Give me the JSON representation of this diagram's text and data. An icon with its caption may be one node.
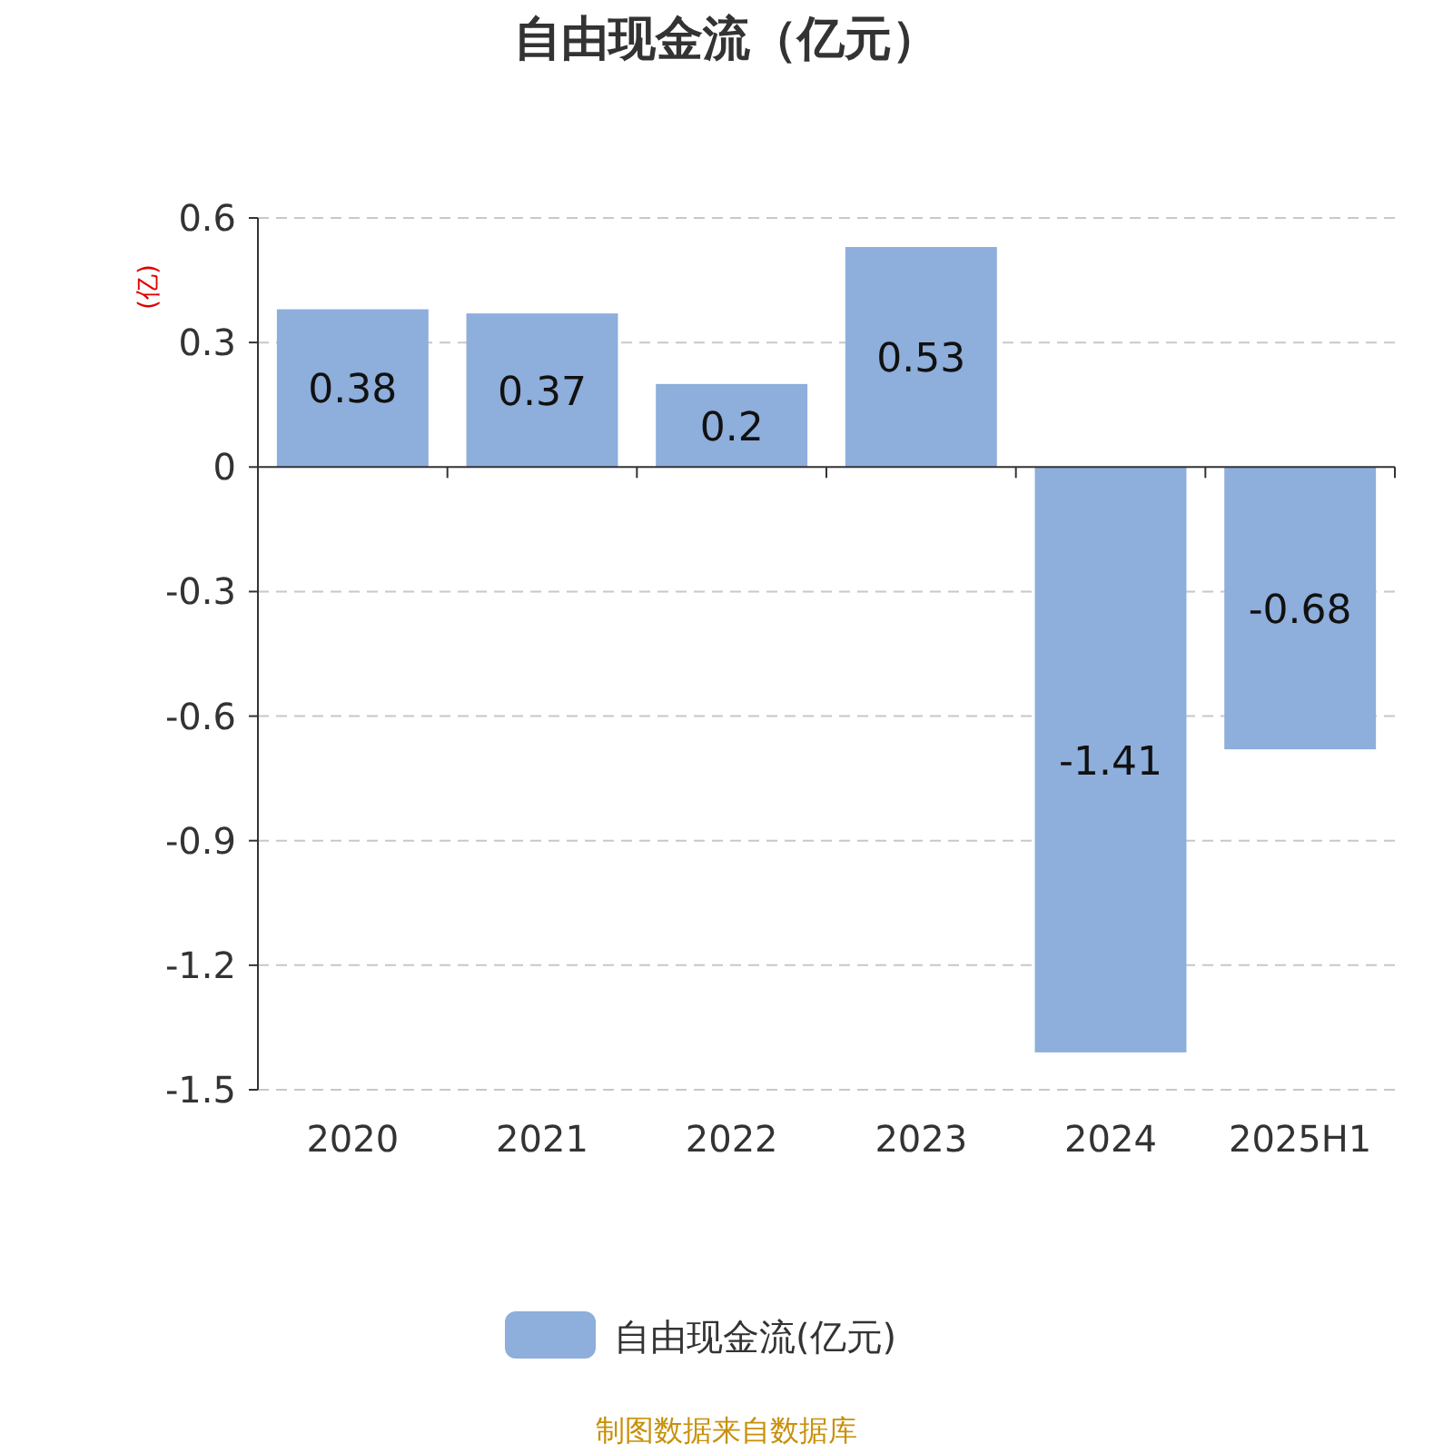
{
  "diagram": {
    "title": "自由现金流（亿元）",
    "caption": "制图数据来自数据库",
    "chart_data": {
      "type": "bar",
      "ylabel": "(亿)",
      "categories": [
        "2020",
        "2021",
        "2022",
        "2023",
        "2024",
        "2025H1"
      ],
      "series": [
        {
          "name": "自由现金流(亿元)",
          "color": "#8eaedb",
          "values": [
            0.38,
            0.37,
            0.2,
            0.53,
            -1.41,
            -0.68
          ]
        }
      ],
      "ylim": [
        -1.5,
        0.6
      ],
      "yticks": [
        0.6,
        0.3,
        0,
        -0.3,
        -0.6,
        -0.9,
        -1.2,
        -1.5
      ],
      "data_labels": true,
      "grid": true
    }
  }
}
